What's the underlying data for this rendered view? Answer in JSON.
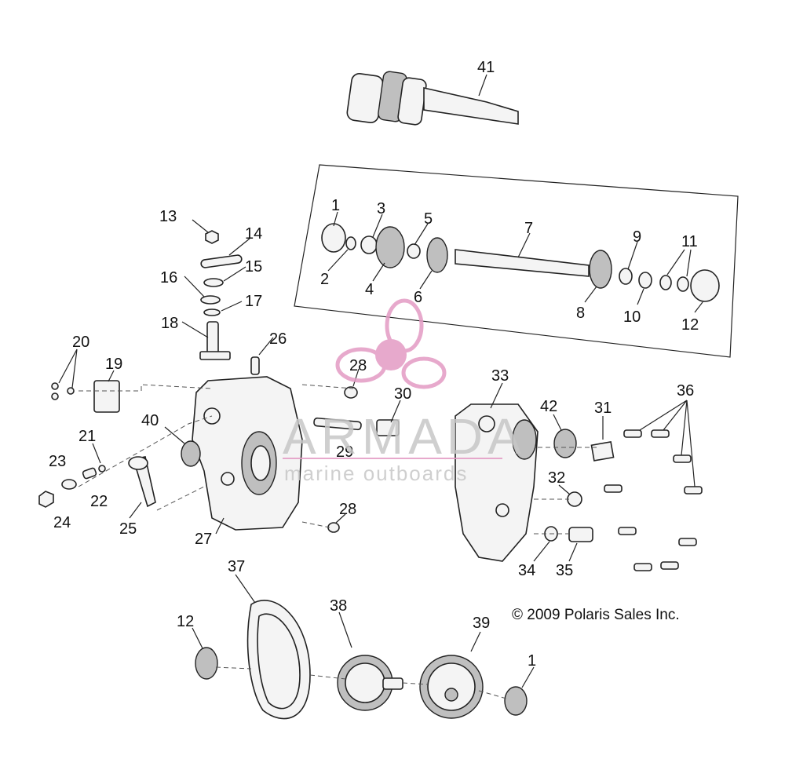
{
  "copyright": "© 2009 Polaris Sales Inc.",
  "watermark": {
    "brand": "ARMADA",
    "tagline": "marine outboards",
    "color": "#e39bc4"
  },
  "callouts": [
    "41",
    "1",
    "3",
    "5",
    "7",
    "9",
    "11",
    "2",
    "4",
    "6",
    "8",
    "10",
    "12",
    "13",
    "14",
    "15",
    "16",
    "17",
    "18",
    "26",
    "28",
    "20",
    "19",
    "30",
    "33",
    "36",
    "42",
    "31",
    "40",
    "21",
    "29",
    "23",
    "22",
    "24",
    "25",
    "32",
    "28",
    "27",
    "34",
    "35",
    "37",
    "12",
    "38",
    "39",
    "1"
  ]
}
